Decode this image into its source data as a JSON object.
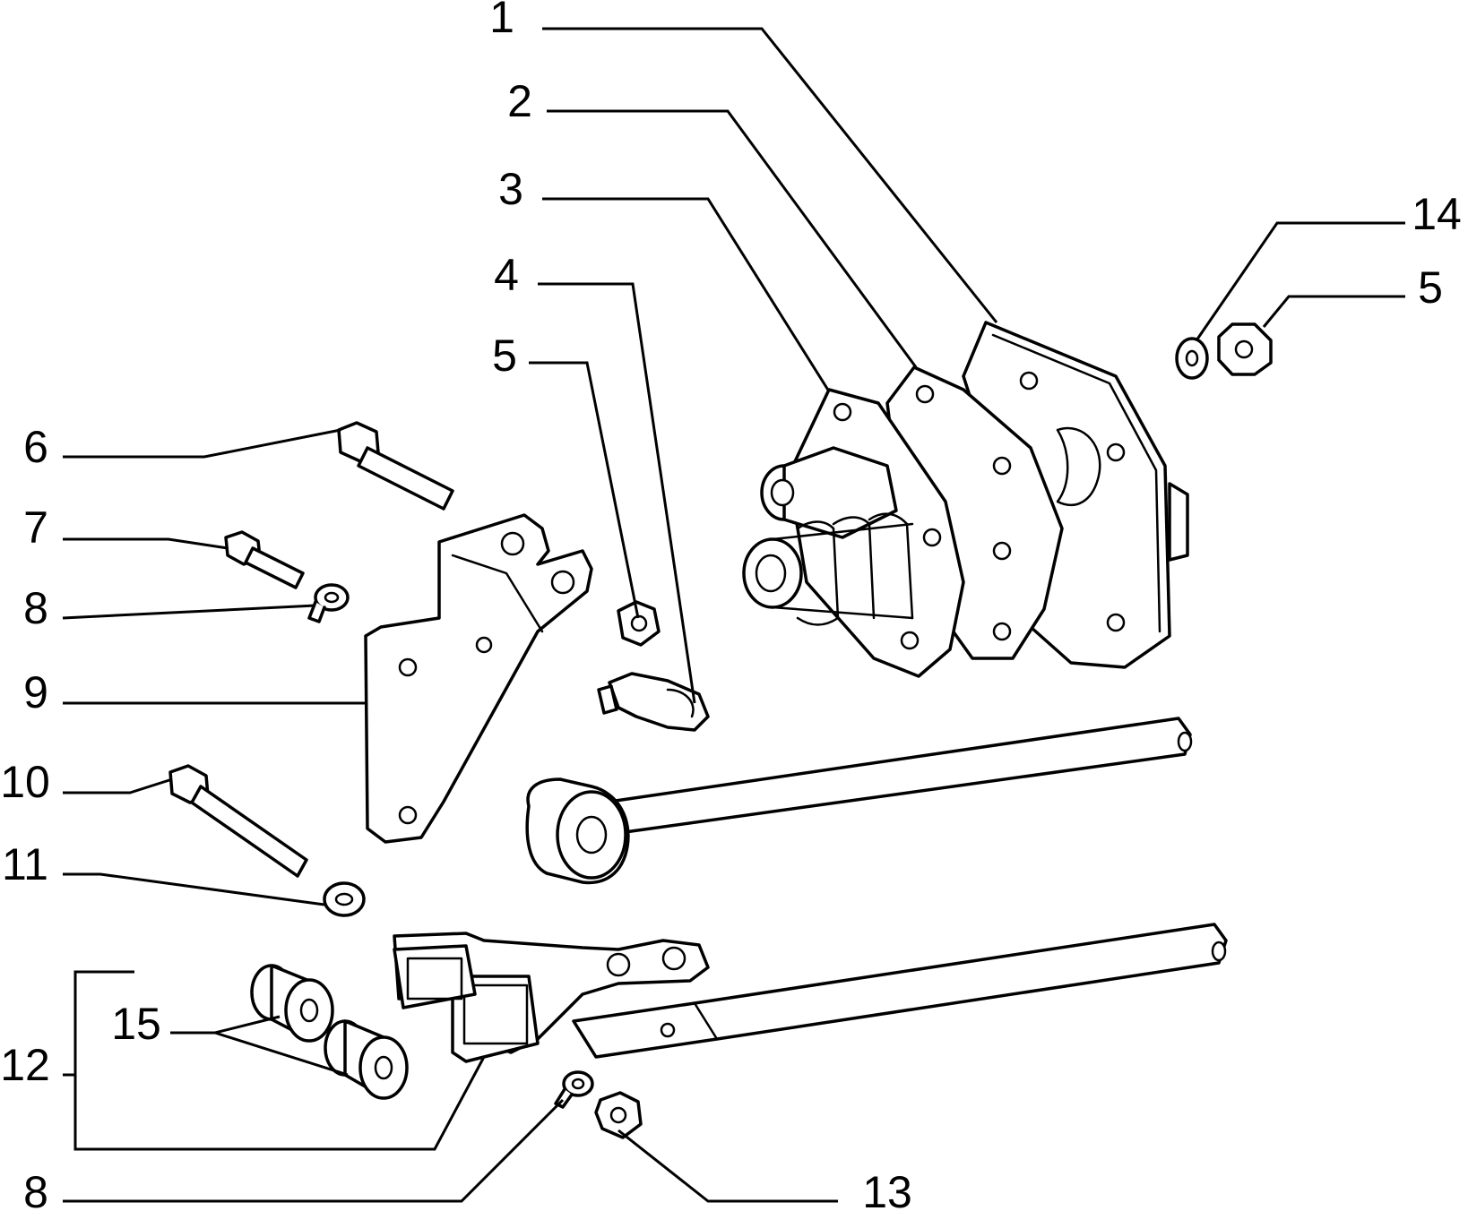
{
  "callouts": [
    {
      "id": "c1",
      "label": "1"
    },
    {
      "id": "c2",
      "label": "2"
    },
    {
      "id": "c3",
      "label": "3"
    },
    {
      "id": "c4",
      "label": "4"
    },
    {
      "id": "c5a",
      "label": "5"
    },
    {
      "id": "c5b",
      "label": "5"
    },
    {
      "id": "c6",
      "label": "6"
    },
    {
      "id": "c7",
      "label": "7"
    },
    {
      "id": "c8a",
      "label": "8"
    },
    {
      "id": "c8b",
      "label": "8"
    },
    {
      "id": "c9",
      "label": "9"
    },
    {
      "id": "c10",
      "label": "10"
    },
    {
      "id": "c11",
      "label": "11"
    },
    {
      "id": "c12",
      "label": "12"
    },
    {
      "id": "c13",
      "label": "13"
    },
    {
      "id": "c14",
      "label": "14"
    },
    {
      "id": "c15",
      "label": "15"
    }
  ]
}
